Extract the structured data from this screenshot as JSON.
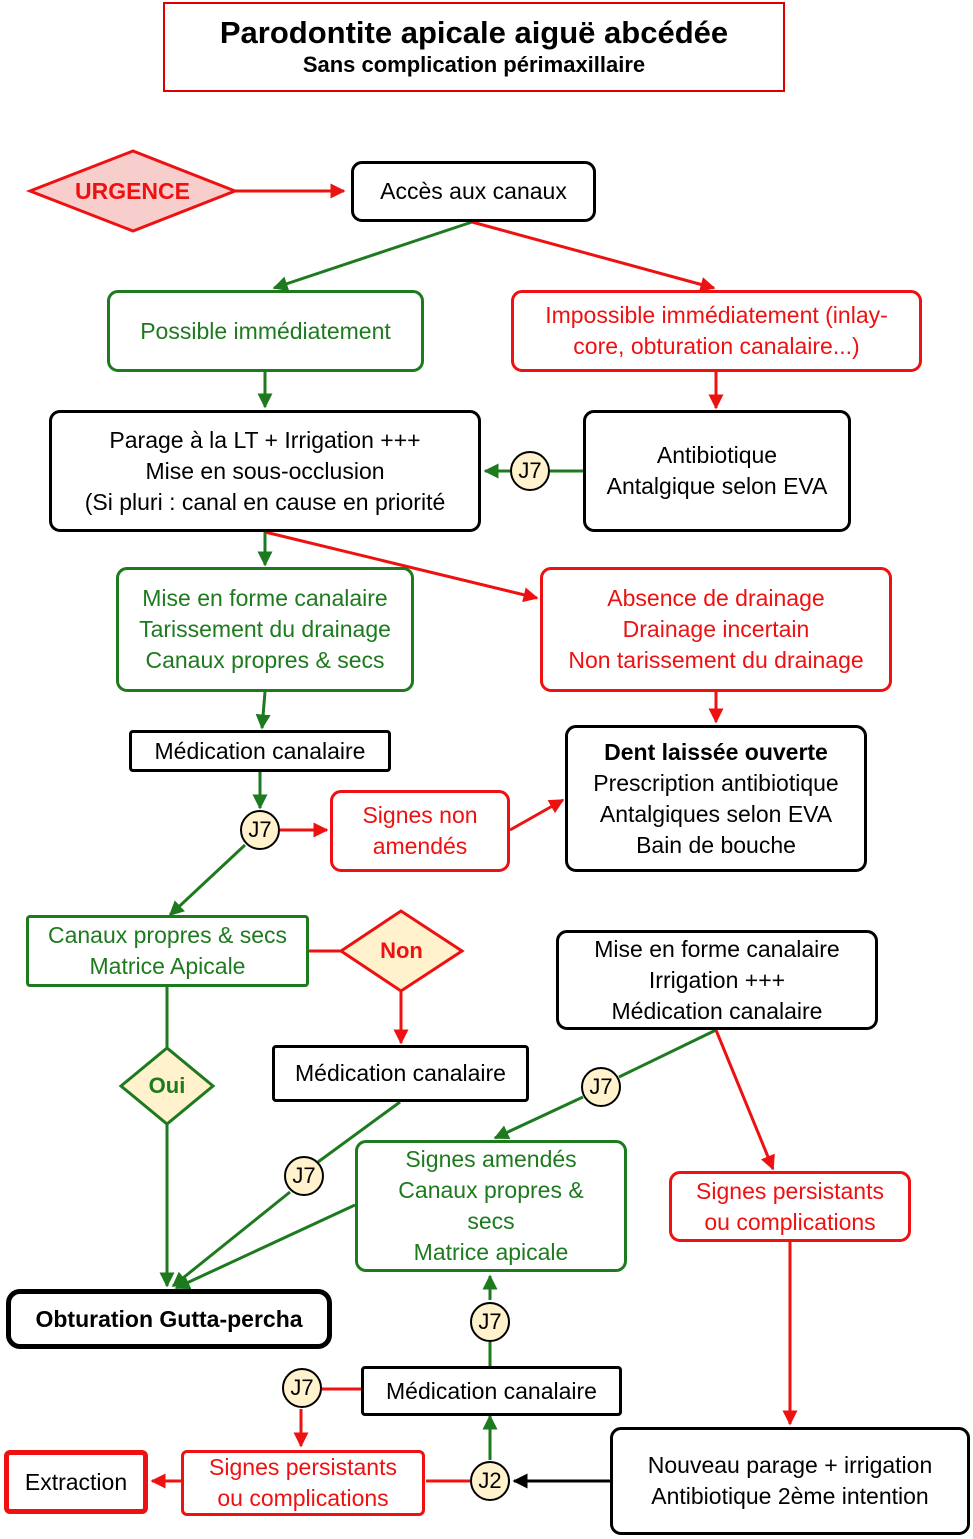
{
  "title": "Parodontite apicale aiguë abcédée",
  "subtitle": "Sans complication périmaxillaire",
  "urgence": "URGENCE",
  "acces": "Accès aux canaux",
  "possible": "Possible immédiatement",
  "impossible": [
    "Impossible immédiatement (inlay-",
    "core, obturation canalaire...)"
  ],
  "parage": [
    "Parage à la LT + Irrigation +++",
    "Mise en sous-occlusion",
    "(Si pluri : canal en cause en priorité"
  ],
  "antibiotique": [
    "Antibiotique",
    "Antalgique selon EVA"
  ],
  "mise_forme": [
    "Mise en forme canalaire",
    "Tarissement du drainage",
    "Canaux propres & secs"
  ],
  "absence": [
    "Absence de drainage",
    "Drainage incertain",
    "Non tarissement du drainage"
  ],
  "medication1": "Médication canalaire",
  "dent_ouverte": [
    "Dent laissée ouverte",
    "Prescription antibiotique",
    "Antalgiques selon EVA",
    "Bain de bouche"
  ],
  "signes_non": [
    "Signes non",
    "amendés"
  ],
  "canaux_matrice": [
    "Canaux propres & secs",
    "Matrice Apicale"
  ],
  "non": "Non",
  "oui": "Oui",
  "medication2": "Médication canalaire",
  "mise_forme2": [
    "Mise en forme canalaire",
    "Irrigation +++",
    "Médication canalaire"
  ],
  "signes_amendes": [
    "Signes amendés",
    "Canaux propres &",
    "secs",
    "Matrice apicale"
  ],
  "signes_persistants1": [
    "Signes persistants",
    "ou complications"
  ],
  "obturation": "Obturation Gutta-percha",
  "medication3": "Médication canalaire",
  "extraction": "Extraction",
  "signes_persistants2": [
    "Signes persistants",
    "ou complications"
  ],
  "nouveau_parage": [
    "Nouveau parage + irrigation",
    "Antibiotique 2ème intention"
  ],
  "badges": {
    "j7": "J7",
    "j2": "J2"
  },
  "colors": {
    "green": "#1e7a1e",
    "red": "#ee1111",
    "black": "#000000",
    "badge_fill": "#fff2cc",
    "urgence_fill": "#f8cecc"
  }
}
